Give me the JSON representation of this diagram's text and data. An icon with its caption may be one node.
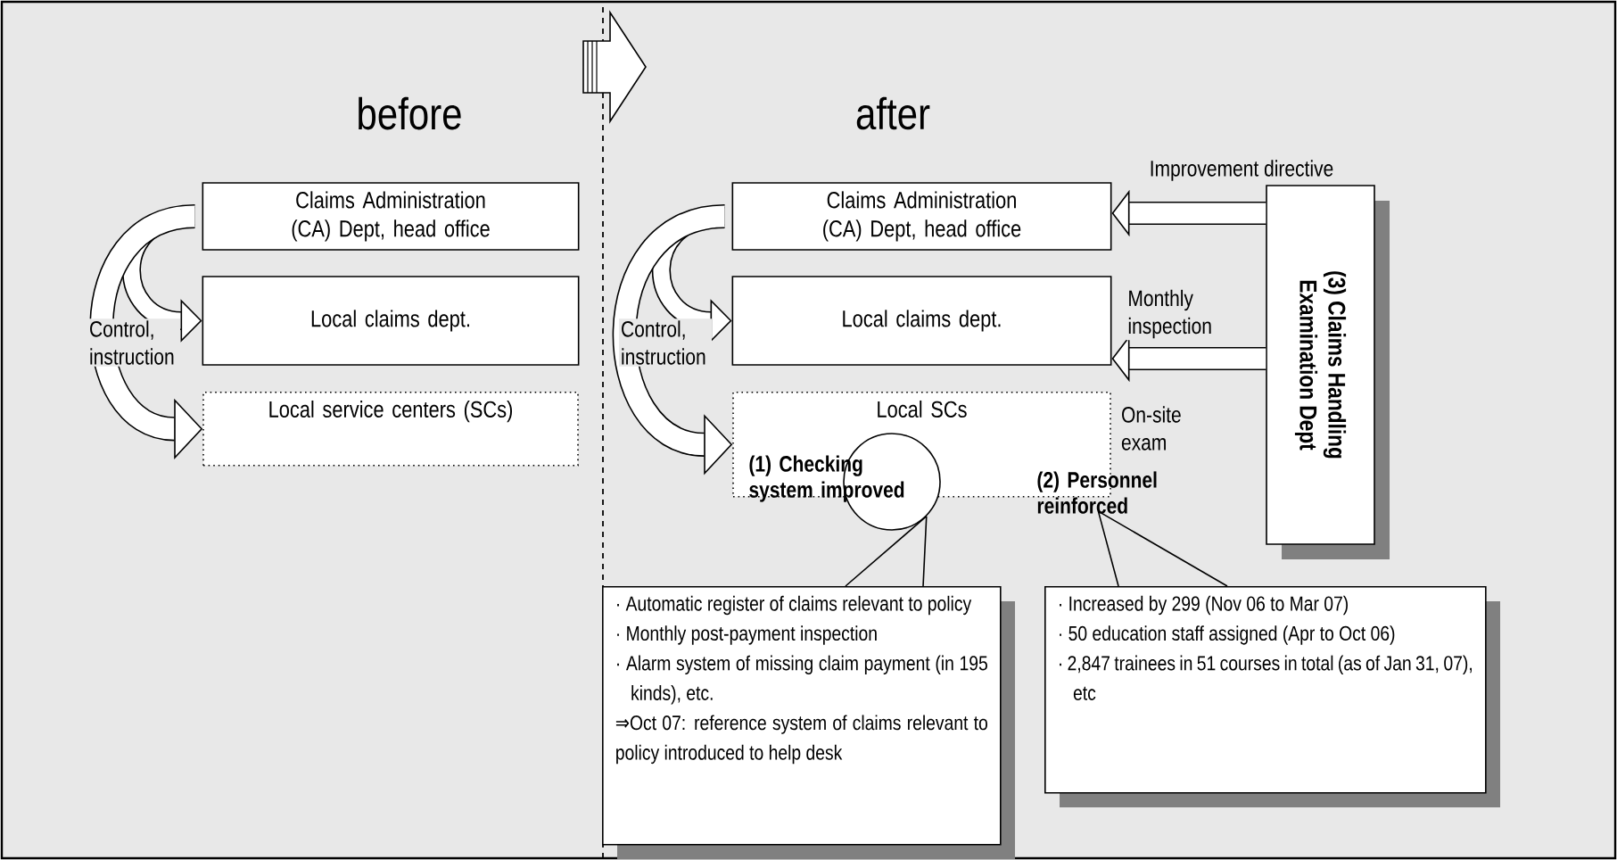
{
  "diagram": {
    "nodes": [
      {
        "text": [
          "Claims Administration (CA) Dept, head office"
        ]
      },
      {
        "text": [
          "Local claims dept."
        ]
      },
      {
        "text": [
          "Local service centers (SCs)"
        ]
      },
      {
        "text": [
          "Claims Administration (CA) Dept, head office"
        ]
      },
      {
        "text": [
          "Local claims dept."
        ]
      },
      {
        "text": [
          "Local SCs"
        ]
      },
      {
        "text": [],
        "shape": "circle"
      },
      {
        "text": [
          "(1) Checking system improved"
        ]
      },
      {
        "text": [
          "(2) Personnel reinforced"
        ]
      },
      {
        "text": [
          "(3) Claims Handling Examination Dept"
        ]
      },
      {
        "text": [
          "· Automatic register of claims relevant to policy",
          "· Monthly post-payment inspection",
          "· Alarm system of missing claim payment (in 195 kinds), etc.",
          "⇒Oct 07: reference system of claims relevant to policy introduced to help desk"
        ]
      },
      {
        "text": [
          "· Increased by 299 (Nov 06 to Mar 07)",
          "· 50 education staff assigned (Apr to Oct 06)",
          "· 2,847 trainees in 51 courses in total (as of Jan 31, 07), etc"
        ]
      }
    ],
    "edges": [
      {
        "from": 0,
        "to": 1,
        "arrow": "to"
      },
      {
        "from": 0,
        "to": 2,
        "arrow": "to",
        "label": "Control, instruction"
      },
      {
        "from": 3,
        "to": 4,
        "arrow": "to"
      },
      {
        "from": 3,
        "to": 5,
        "arrow": "to",
        "label": "Control, instruction"
      },
      {
        "from": 9,
        "to": 3,
        "arrow": "to",
        "label": "Improvement directive"
      },
      {
        "from": 9,
        "to": 4,
        "arrow": "to",
        "label": "Monthly inspection"
      },
      {
        "from": 10,
        "to": 6,
        "arrow": "none"
      },
      {
        "from": 11,
        "to": 8,
        "arrow": "none"
      }
    ],
    "labels": [
      "before",
      "after",
      "On-site exam"
    ]
  }
}
